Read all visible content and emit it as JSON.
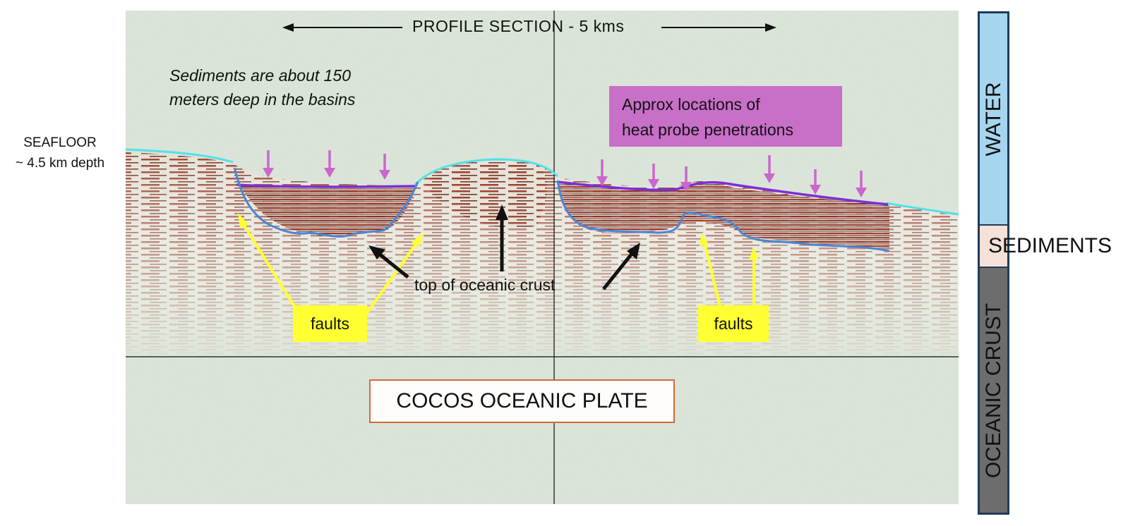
{
  "seafloor": {
    "line1": "SEAFLOOR",
    "line2": "~ 4.5 km depth"
  },
  "profile": {
    "title": "PROFILE SECTION - 5 kms"
  },
  "sediment_note": {
    "line1": "Sediments are about 150",
    "line2": "meters deep in the basins"
  },
  "heat_probe": {
    "line1": "Approx locations of",
    "line2": "heat probe penetrations",
    "color": "#c86fc8"
  },
  "faults": {
    "left": "faults",
    "right": "faults",
    "color": "#ffff33"
  },
  "crust_note": "top of oceanic crust",
  "plate": {
    "label": "COCOS OCEANIC PLATE",
    "border_color": "#d06a3a"
  },
  "layers": {
    "water": {
      "label": "WATER",
      "color": "#a6d5ef"
    },
    "sediments": {
      "label": "SEDIMENTS",
      "color": "#f5e1d7"
    },
    "crust": {
      "label": "OCEANIC CRUST",
      "color": "#6d6d6d"
    }
  },
  "line_colors": {
    "seafloor_trace": "#4fe3e6",
    "sediment_surface": "#7b2fd6",
    "crust_top": "#4a87d6",
    "arrow_heat": "#cc66cc",
    "arrow_fault": "#ffff33",
    "arrow_black": "#111111"
  }
}
